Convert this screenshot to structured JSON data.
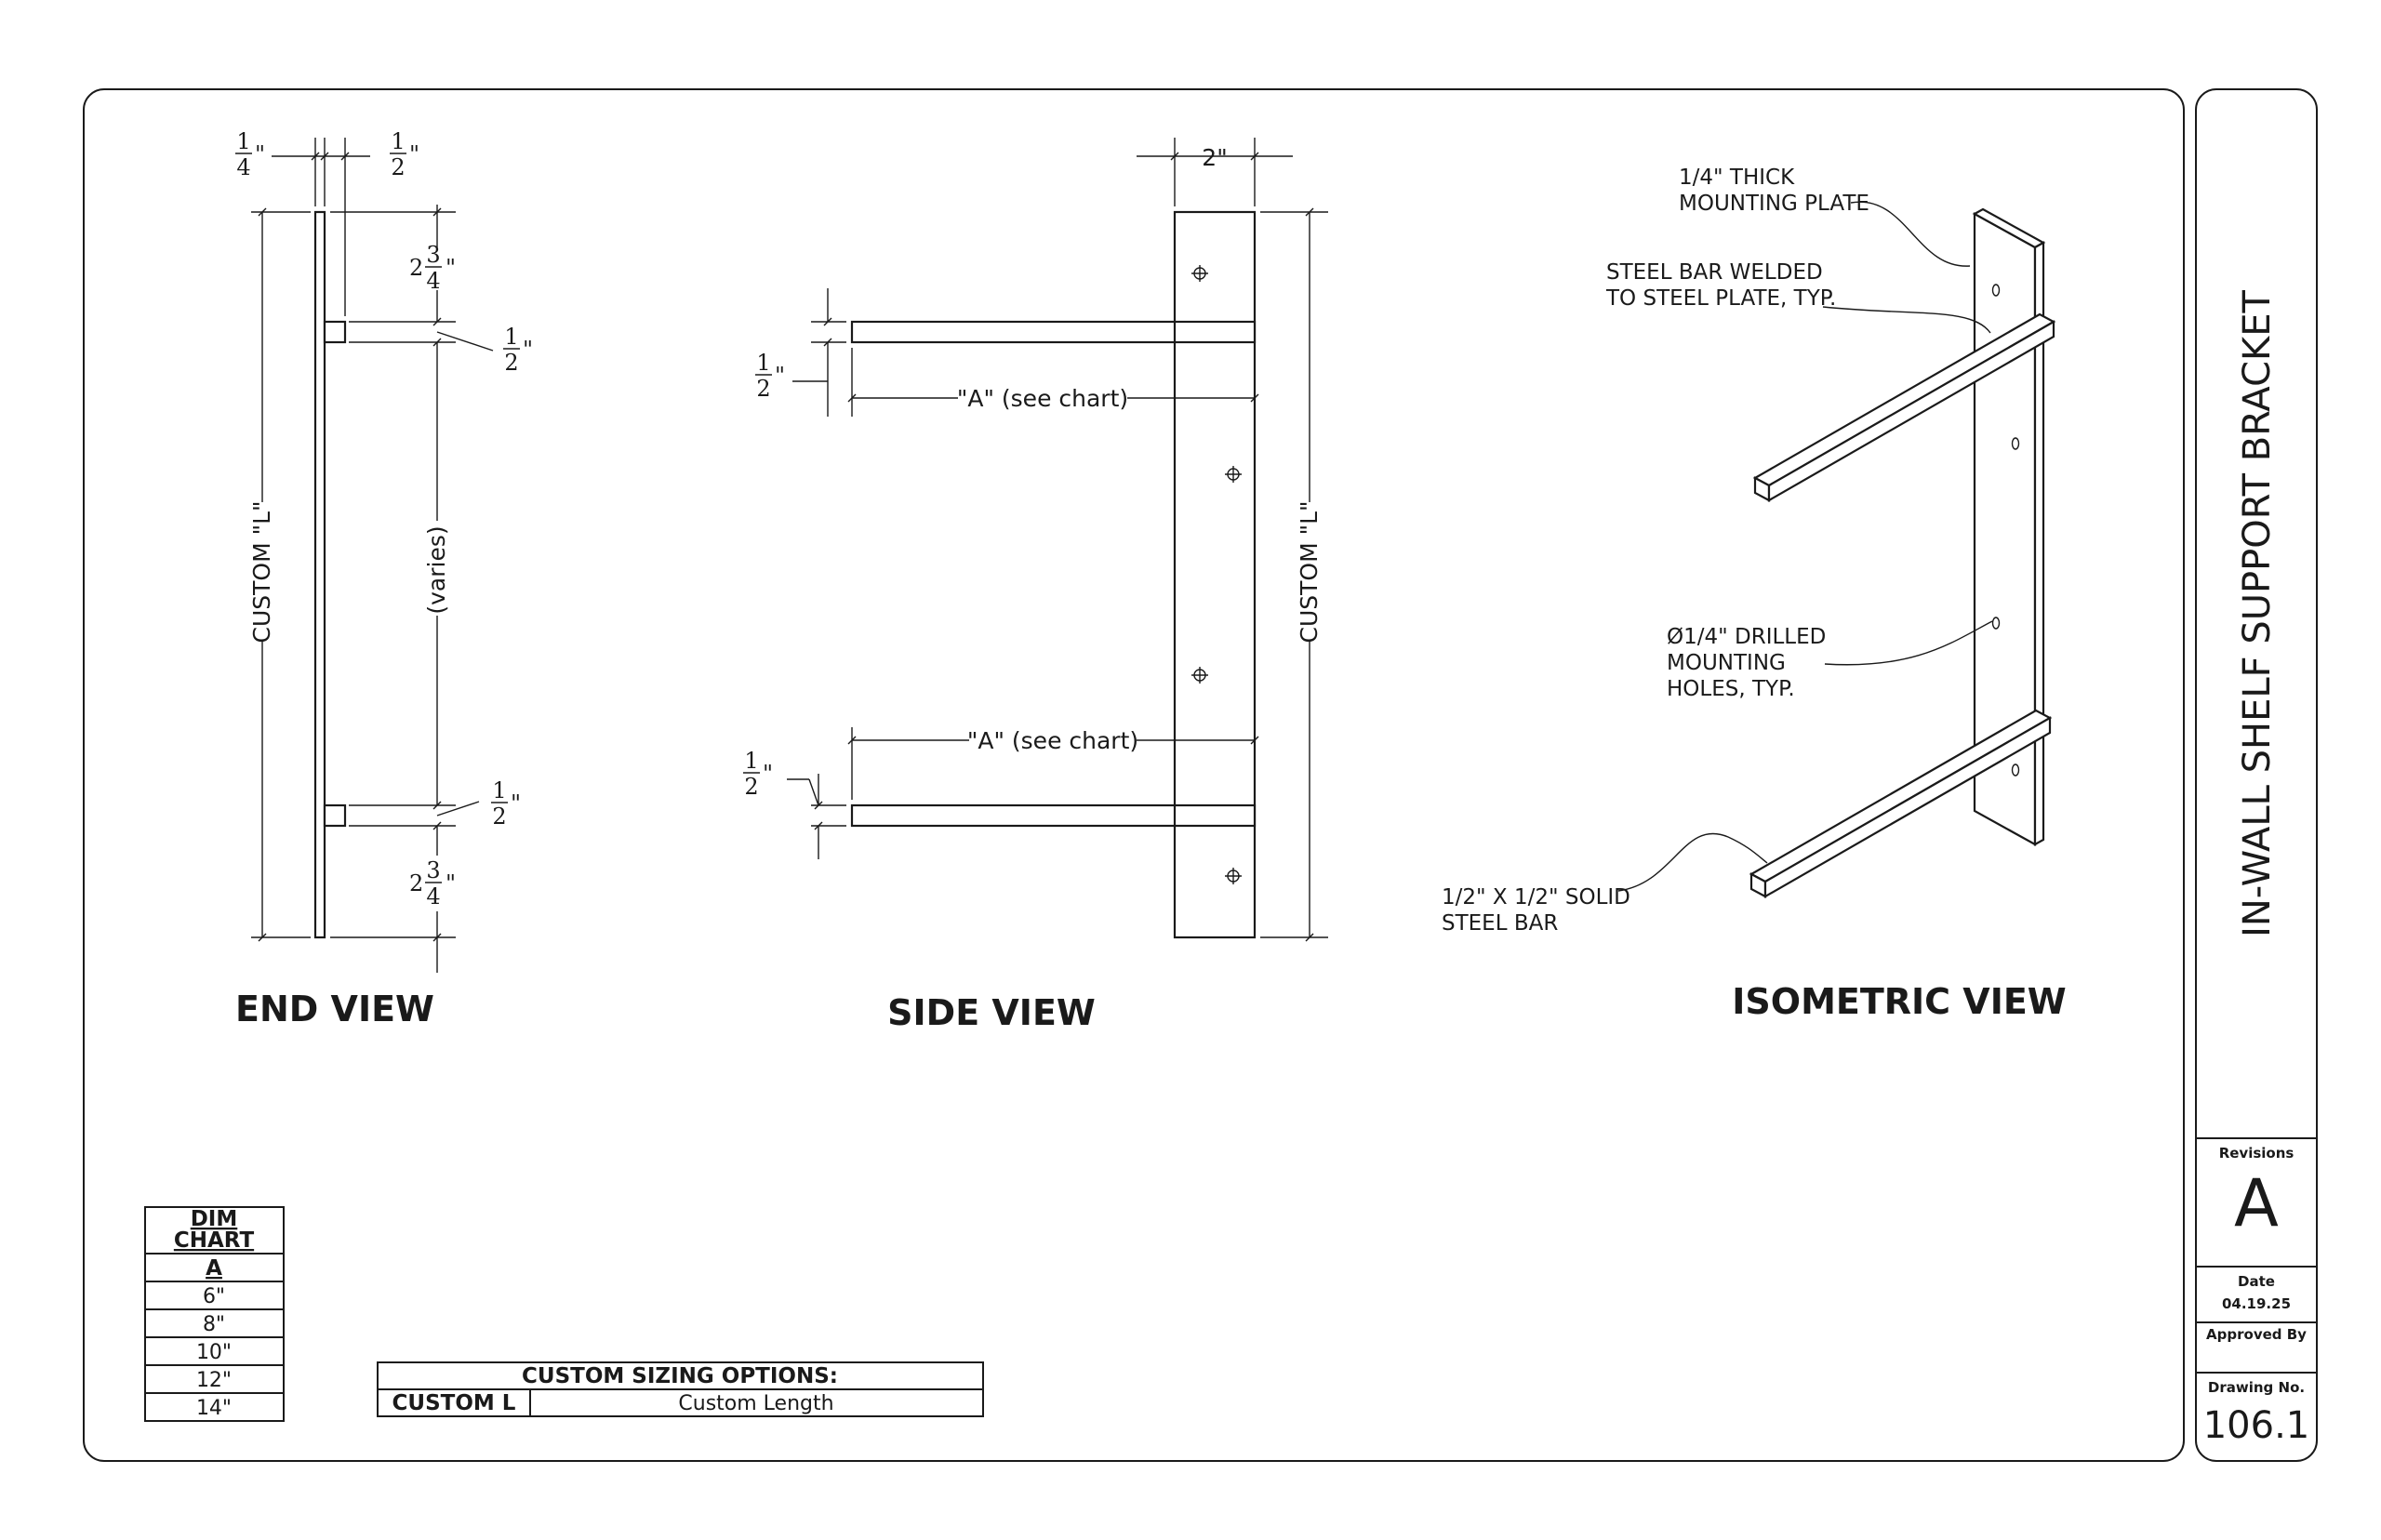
{
  "end_view": {
    "title": "END VIEW",
    "dim_plate": "1/4\"",
    "dim_gap": "1/2\"",
    "dim_top": "2 3/4\"",
    "dim_bar_top": "1/2\"",
    "dim_middle": "(varies)",
    "dim_bar_bottom": "1/2\"",
    "dim_bottom": "2 3/4\"",
    "dim_length": "CUSTOM \"L\""
  },
  "side_view": {
    "title": "SIDE VIEW",
    "dim_width": "2\"",
    "dim_bar_top": "1/2\"",
    "dim_a_top": "\"A\" (see chart)",
    "dim_a_bottom": "\"A\" (see chart)",
    "dim_bar_bottom": "1/2\"",
    "dim_length": "CUSTOM \"L\""
  },
  "isometric_view": {
    "title": "ISOMETRIC VIEW",
    "note_plate_1": "1/4\" THICK",
    "note_plate_2": "MOUNTING PLATE",
    "note_weld_1": "STEEL BAR WELDED",
    "note_weld_2": "TO STEEL PLATE, TYP.",
    "note_holes_1": "Ø1/4\" DRILLED",
    "note_holes_2": "MOUNTING",
    "note_holes_3": "HOLES, TYP.",
    "note_bar_1": "1/2\" X 1/2\" SOLID",
    "note_bar_2": "STEEL BAR"
  },
  "dim_chart": {
    "header_1": "DIM",
    "header_2": "CHART",
    "column": "A",
    "values": [
      "6\"",
      "8\"",
      "10\"",
      "12\"",
      "14\""
    ]
  },
  "custom_sizing": {
    "title": "CUSTOM SIZING OPTIONS:",
    "code": "CUSTOM L",
    "description": "Custom Length"
  },
  "title_block": {
    "drawing_title": "IN-WALL SHELF SUPPORT BRACKET",
    "revisions_label": "Revisions",
    "revision": "A",
    "date_label": "Date",
    "date": "04.19.25",
    "approved_label": "Approved By",
    "approved": "",
    "drawing_no_label": "Drawing No.",
    "drawing_no": "106.1"
  }
}
